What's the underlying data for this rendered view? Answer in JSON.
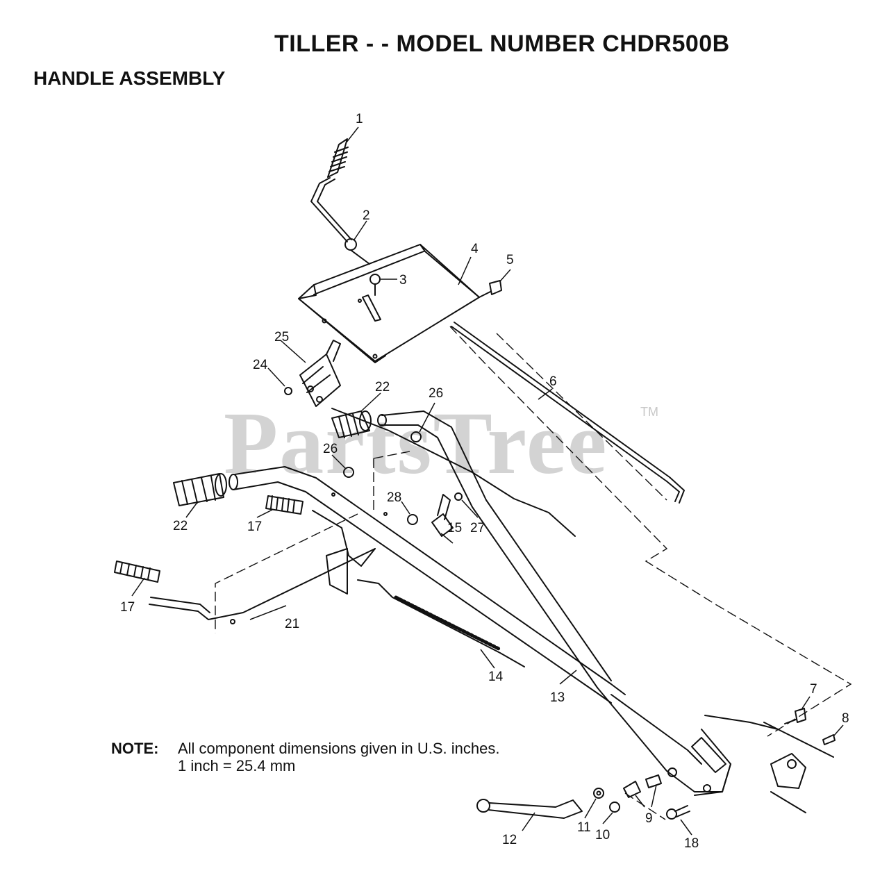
{
  "header": {
    "title": "TILLER - - MODEL NUMBER CHDR500B",
    "section": "HANDLE ASSEMBLY"
  },
  "note": {
    "label": "NOTE:",
    "line1": "All component dimensions given in U.S. inches.",
    "line2": "1 inch = 25.4 mm"
  },
  "watermark": {
    "text": "PartsTree",
    "tm": "TM"
  },
  "callouts": {
    "c1": "1",
    "c2": "2",
    "c3": "3",
    "c4": "4",
    "c5": "5",
    "c6": "6",
    "c7": "7",
    "c8": "8",
    "c9": "9",
    "c10": "10",
    "c11": "11",
    "c12": "12",
    "c13": "13",
    "c14": "14",
    "c15": "15",
    "c17a": "17",
    "c17b": "17",
    "c18": "18",
    "c21": "21",
    "c22a": "22",
    "c22b": "22",
    "c24": "24",
    "c25": "25",
    "c26a": "26",
    "c26b": "26",
    "c27": "27",
    "c28": "28"
  }
}
